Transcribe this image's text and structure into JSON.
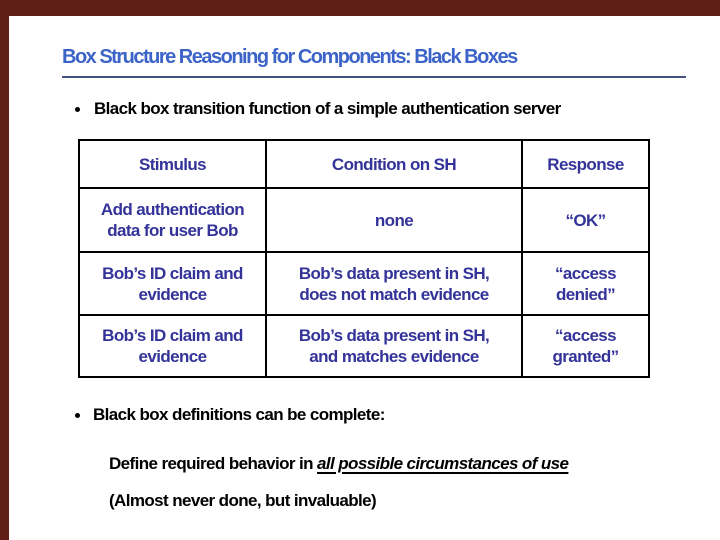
{
  "slide": {
    "background": "#ffffff",
    "frame_color": "#601e18",
    "title_color": "#3c64c8",
    "table_text_color": "#333399",
    "body_text_color": "#000000"
  },
  "title": {
    "text": "Box Structure Reasoning for Components: Black Boxes"
  },
  "bullets": {
    "intro": "Black box transition function of a simple authentication server",
    "complete": "Black box definitions can be complete:"
  },
  "table": {
    "headers": [
      "Stimulus",
      "Condition on SH",
      "Response"
    ],
    "rows": [
      {
        "stimulus": "Add authentication\ndata for user Bob",
        "condition": "none",
        "response": "“OK”"
      },
      {
        "stimulus": "Bob’s ID claim and\nevidence",
        "condition": "Bob’s data present in SH,\ndoes not match evidence",
        "response": "“access\ndenied”"
      },
      {
        "stimulus": "Bob’s ID claim and\nevidence",
        "condition": "Bob’s data present in SH,\nand matches evidence",
        "response": "“access\ngranted”"
      }
    ]
  },
  "notes": {
    "define_prefix": "Define required behavior in ",
    "define_emphasis": "all possible circumstances of use",
    "parenthetical": "(Almost never done, but invaluable)"
  }
}
